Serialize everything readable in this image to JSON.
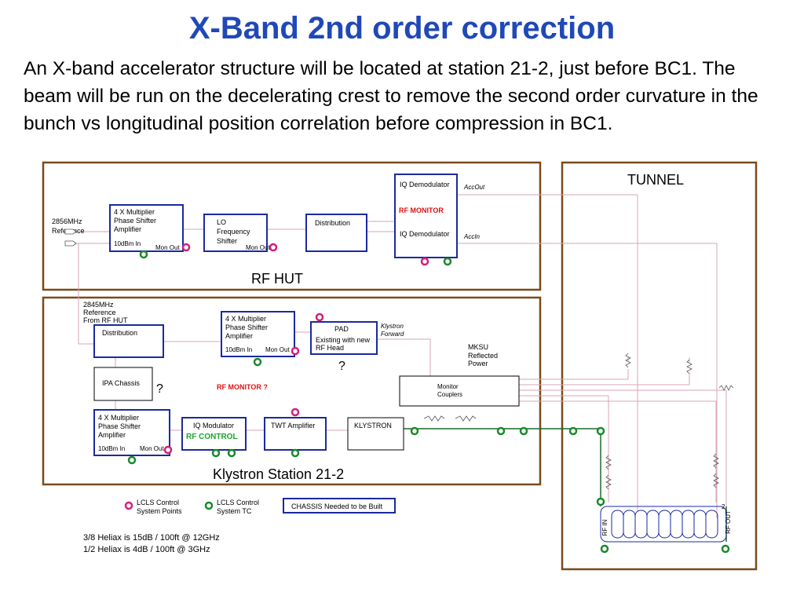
{
  "title": "X-Band 2nd order correction",
  "intro": "An X-band accelerator structure will be located at station 21-2, just before BC1.  The beam will be run on the decelerating crest to remove the second order curvature in the bunch vs longitudinal position correlation before compression in BC1.",
  "colors": {
    "title": "#1f48b8",
    "frame": "#7a4a1a",
    "box": "#1a2aa0",
    "magenta": "#d0207a",
    "green": "#1a8a2a",
    "red": "#d11",
    "pink_line": "#d9a6b5"
  },
  "rf_hut": {
    "label": "RF HUT",
    "ref_label_1": "2856MHz",
    "ref_label_2": "Reference",
    "mult": {
      "l1": "4 X Multiplier",
      "l2": "Phase Shifter",
      "l3": "Amplifier",
      "in": "10dBm In",
      "out": "Mon Out"
    },
    "lo": {
      "l1": "LO",
      "l2": "Frequency",
      "l3": "Shifter",
      "out": "Mon Out"
    },
    "distribution": "Distribution",
    "iq_demod_1": "IQ Demodulator",
    "rf_monitor": "RF MONITOR",
    "iq_demod_2": "IQ Demodulator",
    "acc_out": "AccOut",
    "acc_in": "AccIn"
  },
  "tunnel": {
    "label": "TUNNEL",
    "rf_in": "RF IN",
    "rf_out": "RF OUT",
    "port2": "2"
  },
  "station": {
    "label": "Klystron Station 21-2",
    "ref_1": "2845MHz",
    "ref_2": "Reference",
    "ref_3": "From RF HUT",
    "distribution": "Distribution",
    "mult_top": {
      "l1": "4 X Multiplier",
      "l2": "Phase Shifter",
      "l3": "Amplifier",
      "in": "10dBm In",
      "out": "Mon Out"
    },
    "pad": {
      "l1": "PAD",
      "l2": "Existing with new",
      "l3": "RF Head"
    },
    "klystron_forward_1": "Klystron",
    "klystron_forward_2": "Forward",
    "mksu_1": "MKSU",
    "mksu_2": "Reflected",
    "mksu_3": "Power",
    "q1": "?",
    "q2": "?",
    "ipa": "IPA Chassis",
    "rf_monitor_q": "RF MONITOR ?",
    "monitor_couplers_1": "Monitor",
    "monitor_couplers_2": "Couplers",
    "mult_bottom": {
      "l1": "4 X Multiplier",
      "l2": "Phase Shifter",
      "l3": "Amplifier",
      "in": "10dBm In",
      "out": "Mon Out"
    },
    "iq_mod": "IQ Modulator",
    "rf_control": "RF CONTROL",
    "twt": "TWT Amplifier",
    "klystron": "KLYSTRON"
  },
  "legend": {
    "magenta_1": "LCLS Control",
    "magenta_2": "System Points",
    "green_1": "LCLS Control",
    "green_2": "System TC",
    "chassis": "CHASSIS Needed to be Built"
  },
  "notes": {
    "line1": "3/8 Heliax is 15dB / 100ft @ 12GHz",
    "line2": "1/2 Heliax is 4dB / 100ft @ 3GHz"
  }
}
